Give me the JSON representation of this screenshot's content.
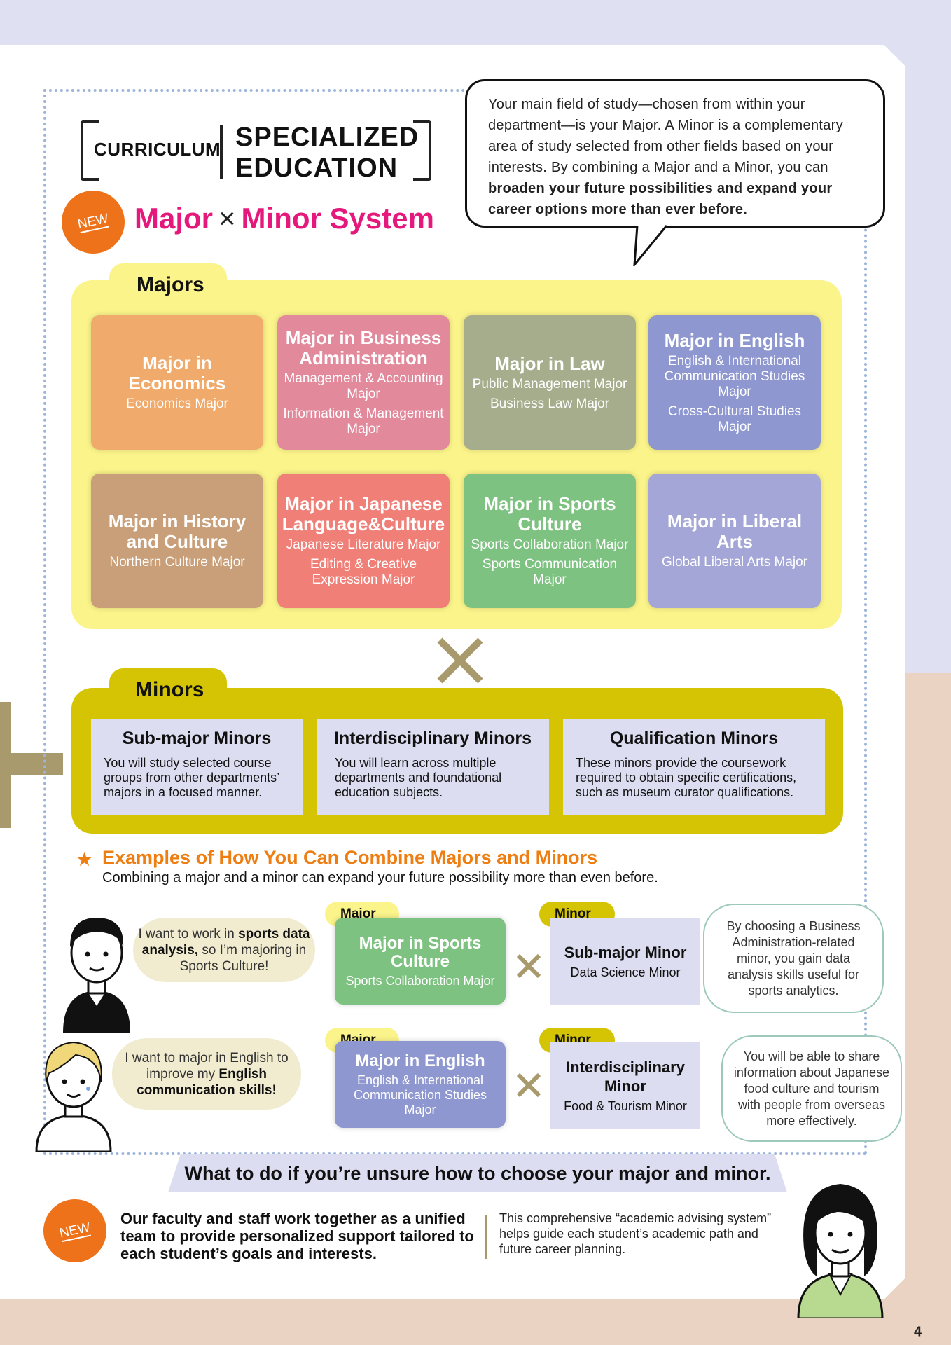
{
  "header": {
    "curriculum": "CURRICULUM",
    "specialized_line1": "SPECIALIZED",
    "specialized_line2": "EDUCATION",
    "new_badge": "NEW",
    "system_major": "Major",
    "system_x": "×",
    "system_minor": "Minor System"
  },
  "intro": {
    "text_plain": "Your main field of study—chosen from within your department—is your Major.  A Minor is a complementary area of study selected from other fields based on your interests. By combining a Major and a Minor, you can",
    "text_bold": "broaden your future possibilities and expand your career options more than ever before."
  },
  "majors": {
    "label": "Majors",
    "cards": [
      {
        "title": "Major in Economics",
        "subs": [
          "Economics Major"
        ],
        "color": "#f0aa6b"
      },
      {
        "title": "Major in Business Administration",
        "subs": [
          "Management & Accounting Major",
          "Information & Management Major"
        ],
        "color": "#e28a9c"
      },
      {
        "title": "Major in Law",
        "subs": [
          "Public Management Major",
          "Business Law Major"
        ],
        "color": "#a6ad8c"
      },
      {
        "title": "Major in English",
        "subs": [
          "English & International Communication Studies Major",
          "Cross-Cultural Studies Major"
        ],
        "color": "#8e97d0"
      },
      {
        "title": "Major in History and Culture",
        "subs": [
          "Northern Culture Major"
        ],
        "color": "#c89f78"
      },
      {
        "title": "Major in Japanese Language&Culture",
        "subs": [
          "Japanese Literature Major",
          "Editing & Creative Expression Major"
        ],
        "color": "#ef7f77"
      },
      {
        "title": "Major in Sports Culture",
        "subs": [
          "Sports Collaboration Major",
          "Sports Communication Major"
        ],
        "color": "#7ec281"
      },
      {
        "title": "Major in Liberal Arts",
        "subs": [
          "Global Liberal Arts Major"
        ],
        "color": "#a3a6d6"
      }
    ]
  },
  "minors": {
    "label": "Minors",
    "boxes": [
      {
        "title": "Sub-major Minors",
        "desc": "You will study selected course groups from other departments’ majors in a focused manner."
      },
      {
        "title": "Interdisciplinary Minors",
        "desc": "You will learn across multiple departments and foundational education subjects."
      },
      {
        "title": "Qualification Minors",
        "desc": "These minors provide the coursework required to obtain specific certifications, such as museum curator qualifications."
      }
    ]
  },
  "examples": {
    "star": "★",
    "title": "Examples of How You Can Combine Majors and Minors",
    "subtitle": "Combining a major and a minor can expand your future possibility more than even before.",
    "major_tag": "Major",
    "minor_tag": "Minor",
    "x": "×",
    "ex1": {
      "thought_a": "I want to work in ",
      "thought_b": "sports data analysis,",
      "thought_c": " so I’m majoring in Sports Culture!",
      "major_title": "Major in Sports Culture",
      "major_sub": "Sports Collaboration Major",
      "minor_title": "Sub-major Minor",
      "minor_sub": "Data Science Minor",
      "note": "By choosing a Business Administration-related minor, you gain data analysis skills useful for sports analytics."
    },
    "ex2": {
      "thought_a": "I want to major in English to improve my ",
      "thought_b": "English communication skills!",
      "major_title": "Major in English",
      "major_sub": "English & International Communication Studies Major",
      "minor_title": "Interdisciplinary Minor",
      "minor_sub": "Food & Tourism Minor",
      "note": "You will be able to share information about Japanese food culture and tourism with people from overseas more effectively."
    }
  },
  "bottom": {
    "banner": "What to do if you’re unsure how to choose your major and minor.",
    "new_badge": "NEW",
    "faculty": "Our faculty and staff work together as a unified team to provide personalized support tailored to each student’s goals and interests.",
    "advising": "This comprehensive “academic advising system” helps guide each student’s academic path and future career planning."
  },
  "page_number": "4"
}
